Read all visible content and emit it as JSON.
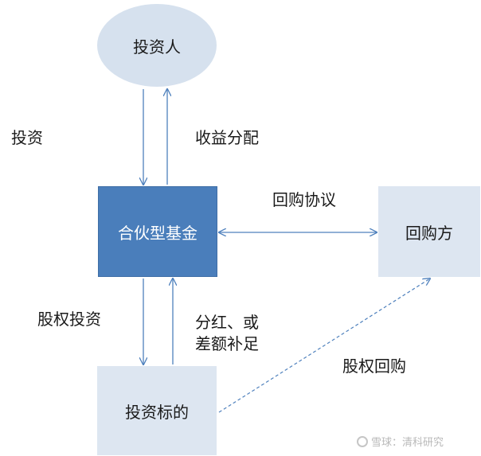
{
  "nodes": {
    "investor": "投资人",
    "fund": "合伙型基金",
    "buyer": "回购方",
    "target": "投资标的"
  },
  "labels": {
    "invest": "投资",
    "income_distribution": "收益分配",
    "buyback_agreement": "回购协议",
    "equity_investment": "股权投资",
    "dividend_line1": "分红、或",
    "dividend_line2": "差额补足",
    "equity_buyback": "股权回购"
  },
  "watermark": {
    "text": "雪球：清科研究"
  },
  "colors": {
    "fund_fill": "#4a7ebb",
    "node_fill": "#dde6f1",
    "arrow": "#4f81bd"
  }
}
